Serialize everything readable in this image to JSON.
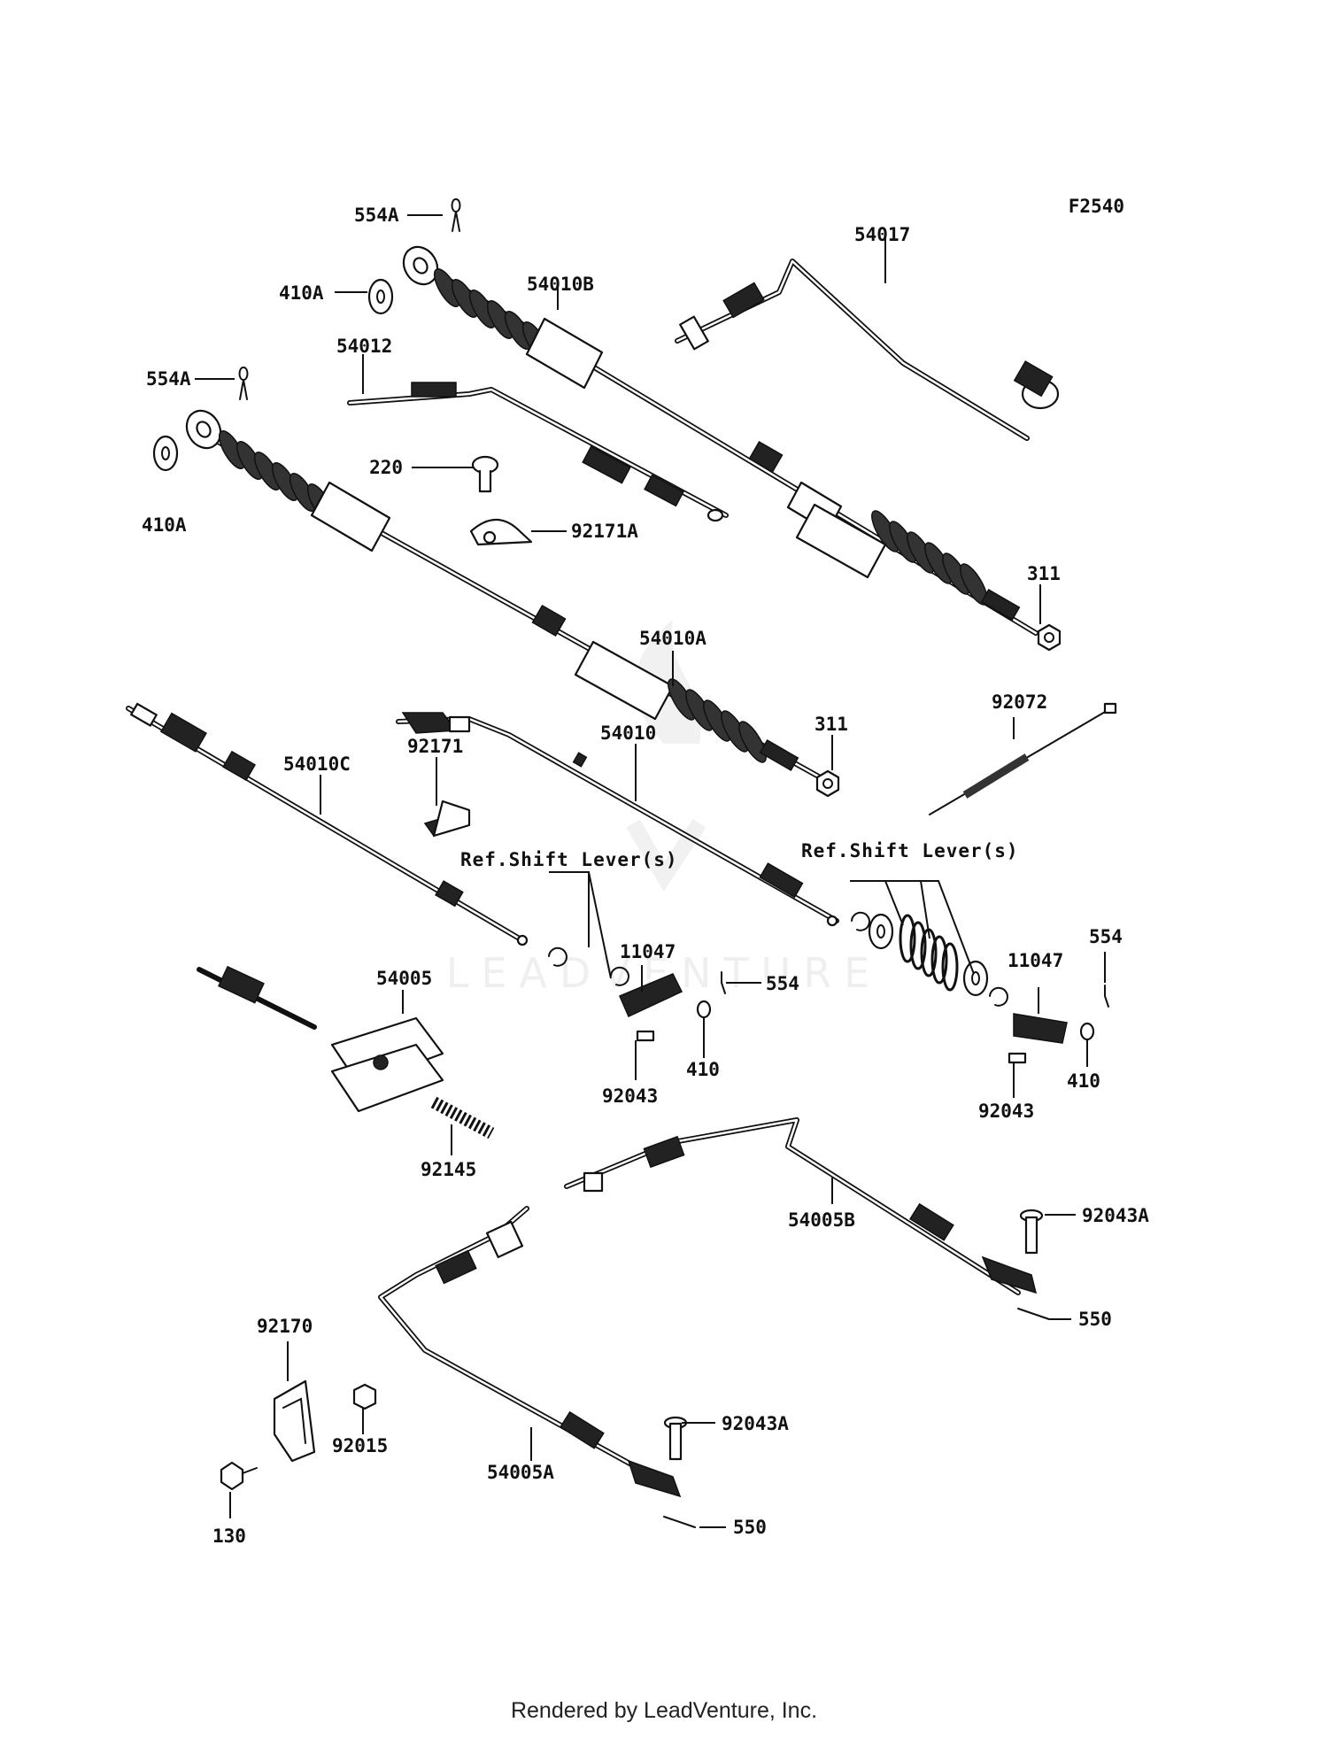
{
  "figure_code": "F2540",
  "footer_text": "Rendered by LeadVenture, Inc.",
  "watermark_text": "LEADVENTURE",
  "callouts": {
    "p554A_top": "554A",
    "p410A_top": "410A",
    "p54010B": "54010B",
    "p54017": "54017",
    "p54012": "54012",
    "p554A_left": "554A",
    "p410A_left": "410A",
    "p220": "220",
    "p92171A": "92171A",
    "p311_top": "311",
    "p54010A": "54010A",
    "p311_mid": "311",
    "p92072": "92072",
    "p54010C": "54010C",
    "p92171": "92171",
    "p54010": "54010",
    "ref_left": "Ref.Shift Lever(s)",
    "ref_right": "Ref.Shift Lever(s)",
    "p11047_left": "11047",
    "p554_left": "554",
    "p410_left": "410",
    "p92043_left": "92043",
    "p11047_right": "11047",
    "p554_right": "554",
    "p410_right": "410",
    "p92043_right": "92043",
    "p54005": "54005",
    "p92145": "92145",
    "p54005B": "54005B",
    "p92043A_top": "92043A",
    "p550_top": "550",
    "p92170": "92170",
    "p92015": "92015",
    "p130": "130",
    "p54005A": "54005A",
    "p92043A_bottom": "92043A",
    "p550_bottom": "550"
  }
}
